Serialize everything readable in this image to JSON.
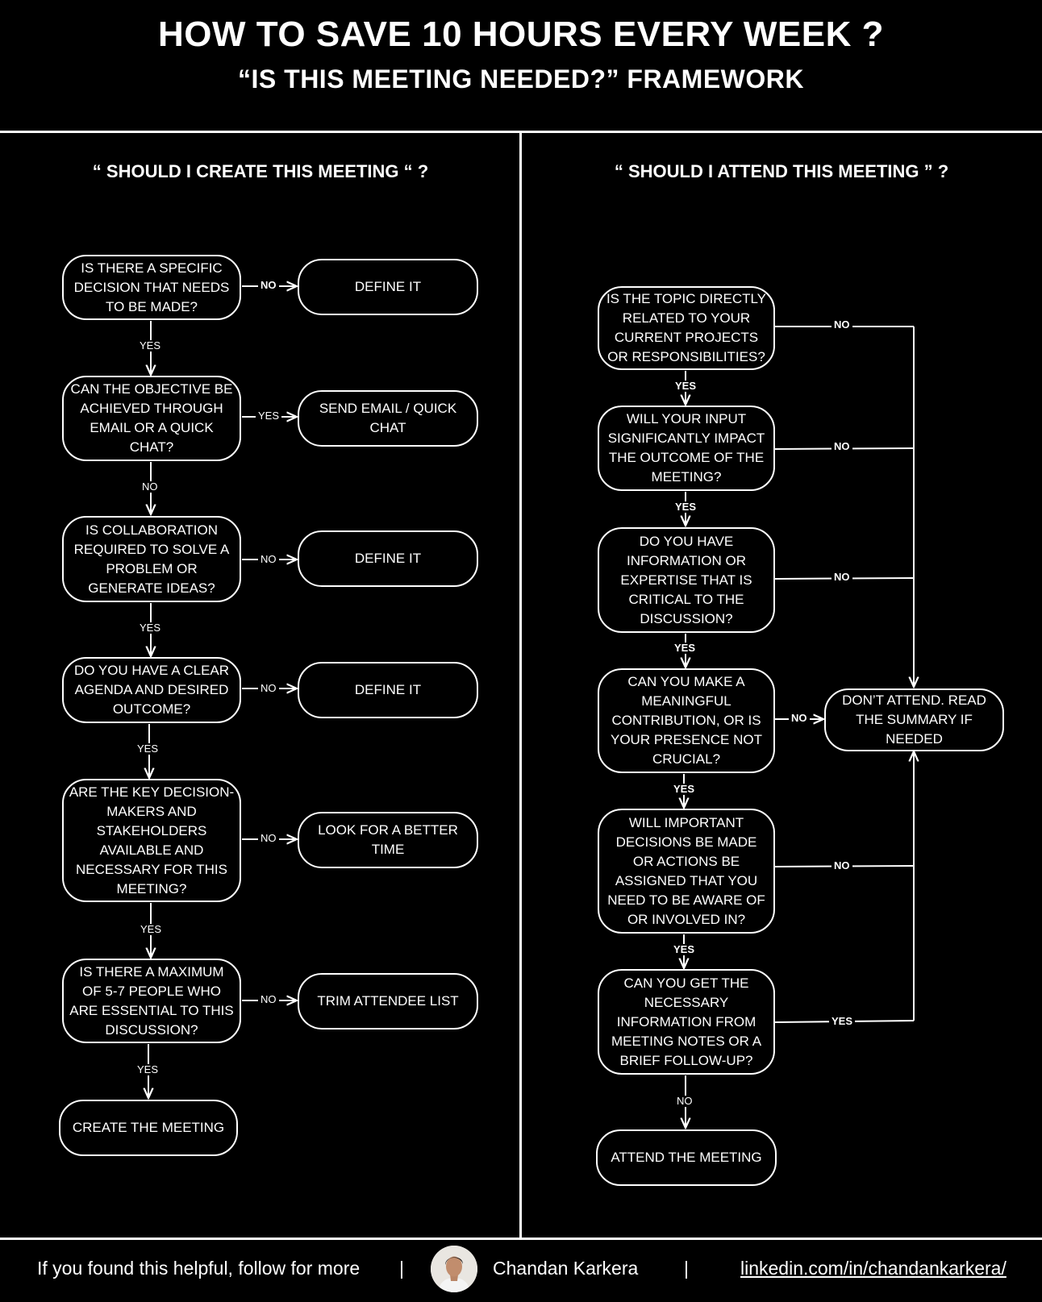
{
  "header": {
    "title": "HOW TO SAVE 10 HOURS EVERY WEEK ?",
    "subtitle": "“IS THIS MEETING NEEDED?” FRAMEWORK"
  },
  "left": {
    "heading": "“ SHOULD I CREATE THIS MEETING “ ?",
    "q1": "IS THERE A SPECIFIC DECISION THAT NEEDS TO BE MADE?",
    "q2": "CAN THE OBJECTIVE BE ACHIEVED THROUGH EMAIL OR A QUICK CHAT?",
    "q3": "IS COLLABORATION REQUIRED TO SOLVE A PROBLEM OR GENERATE IDEAS?",
    "q4": "DO YOU HAVE A CLEAR AGENDA AND DESIRED OUTCOME?",
    "q5": "ARE THE KEY DECISION-MAKERS AND STAKEHOLDERS AVAILABLE AND NECESSARY FOR THIS MEETING?",
    "q6": "IS THERE A MAXIMUM OF 5-7 PEOPLE WHO ARE ESSENTIAL TO THIS DISCUSSION?",
    "end": "CREATE THE MEETING",
    "a1": "DEFINE IT",
    "a2": "SEND EMAIL / QUICK CHAT",
    "a3": "DEFINE IT",
    "a4": "DEFINE IT",
    "a5": "LOOK FOR A BETTER TIME",
    "a6": "TRIM ATTENDEE LIST",
    "labels": {
      "h1": "NO",
      "h2": "YES",
      "h3": "NO",
      "h4": "NO",
      "h5": "NO",
      "h6": "NO",
      "v1": "YES",
      "v2": "NO",
      "v3": "YES",
      "v4": "YES",
      "v5": "YES",
      "v6": "YES"
    }
  },
  "right": {
    "heading": "“ SHOULD I ATTEND THIS MEETING ” ?",
    "q1": "IS THE TOPIC DIRECTLY RELATED TO YOUR CURRENT PROJECTS OR RESPONSIBILITIES?",
    "q2": "WILL YOUR INPUT SIGNIFICANTLY IMPACT THE OUTCOME OF THE MEETING?",
    "q3": "DO YOU HAVE INFORMATION OR EXPERTISE THAT IS CRITICAL TO THE DISCUSSION?",
    "q4": "CAN YOU MAKE A MEANINGFUL CONTRIBUTION, OR IS YOUR PRESENCE NOT CRUCIAL?",
    "q5": "WILL IMPORTANT DECISIONS BE MADE OR ACTIONS BE ASSIGNED THAT YOU NEED TO BE AWARE OF OR INVOLVED IN?",
    "q6": "CAN YOU GET THE NECESSARY INFORMATION FROM MEETING NOTES OR A BRIEF FOLLOW-UP?",
    "end": "ATTEND THE MEETING",
    "dont": "DON’T ATTEND. READ THE SUMMARY IF NEEDED",
    "labels": {
      "h1": "NO",
      "h2": "NO",
      "h3": "NO",
      "h4": "NO",
      "h5": "NO",
      "h6": "YES",
      "v1": "YES",
      "v2": "YES",
      "v3": "YES",
      "v4": "YES",
      "v5": "YES",
      "v6": "NO"
    }
  },
  "footer": {
    "cta": "If you found this helpful, follow for more",
    "separator": "|",
    "name": "Chandan Karkera",
    "link": "linkedin.com/in/chandankarkera/"
  }
}
